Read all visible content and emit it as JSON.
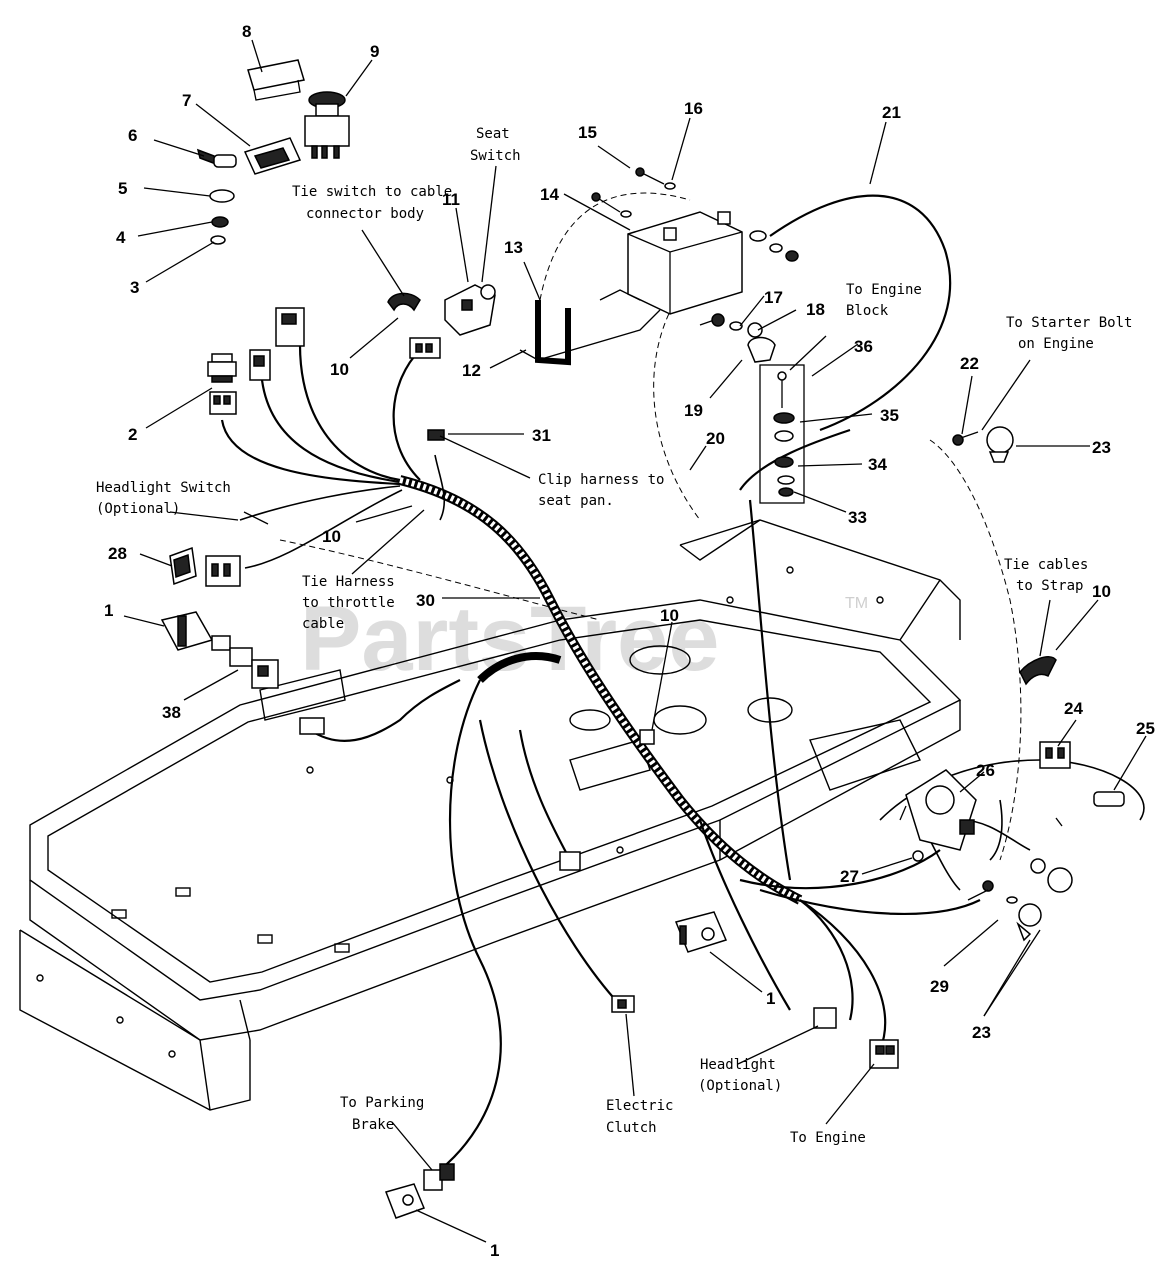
{
  "watermark": {
    "text": "PartsTree",
    "tm": "TM"
  },
  "callouts": [
    {
      "id": "c8",
      "label": "8"
    },
    {
      "id": "c9",
      "label": "9"
    },
    {
      "id": "c7",
      "label": "7"
    },
    {
      "id": "c6",
      "label": "6"
    },
    {
      "id": "c5",
      "label": "5"
    },
    {
      "id": "c4",
      "label": "4"
    },
    {
      "id": "c3",
      "label": "3"
    },
    {
      "id": "c11",
      "label": "11"
    },
    {
      "id": "c13",
      "label": "13"
    },
    {
      "id": "c12",
      "label": "12"
    },
    {
      "id": "c10a",
      "label": "10"
    },
    {
      "id": "c2",
      "label": "2"
    },
    {
      "id": "c15",
      "label": "15"
    },
    {
      "id": "c16",
      "label": "16"
    },
    {
      "id": "c14",
      "label": "14"
    },
    {
      "id": "c17",
      "label": "17"
    },
    {
      "id": "c18",
      "label": "18"
    },
    {
      "id": "c19",
      "label": "19"
    },
    {
      "id": "c21",
      "label": "21"
    },
    {
      "id": "c36",
      "label": "36"
    },
    {
      "id": "c35",
      "label": "35"
    },
    {
      "id": "c34",
      "label": "34"
    },
    {
      "id": "c33",
      "label": "33"
    },
    {
      "id": "c20",
      "label": "20"
    },
    {
      "id": "c31",
      "label": "31"
    },
    {
      "id": "c22",
      "label": "22"
    },
    {
      "id": "c23a",
      "label": "23"
    },
    {
      "id": "c10b",
      "label": "10"
    },
    {
      "id": "c28",
      "label": "28"
    },
    {
      "id": "c1a",
      "label": "1"
    },
    {
      "id": "c38",
      "label": "38"
    },
    {
      "id": "c30",
      "label": "30"
    },
    {
      "id": "c10c",
      "label": "10"
    },
    {
      "id": "c10d",
      "label": "10"
    },
    {
      "id": "c24",
      "label": "24"
    },
    {
      "id": "c25",
      "label": "25"
    },
    {
      "id": "c26",
      "label": "26"
    },
    {
      "id": "c27",
      "label": "27"
    },
    {
      "id": "c29",
      "label": "29"
    },
    {
      "id": "c23b",
      "label": "23"
    },
    {
      "id": "c1b",
      "label": "1"
    },
    {
      "id": "c1c",
      "label": "1"
    }
  ],
  "notes": {
    "seat_switch": [
      "Seat",
      "Switch"
    ],
    "tie_switch": [
      "Tie switch to cable",
      "connector body"
    ],
    "engine_block": [
      "To Engine",
      "Block"
    ],
    "starter_bolt": [
      "To Starter Bolt",
      "on Engine"
    ],
    "clip_harness": [
      "Clip harness to",
      "seat pan."
    ],
    "headlight_switch": [
      "Headlight Switch",
      "(Optional)"
    ],
    "tie_harness": [
      "Tie Harness",
      "to throttle",
      "cable"
    ],
    "tie_cables": [
      "Tie cables",
      "to Strap"
    ],
    "parking_brake": [
      "To Parking",
      "Brake"
    ],
    "electric_clutch": [
      "Electric",
      "Clutch"
    ],
    "headlight": [
      "Headlight",
      "(Optional)"
    ],
    "to_engine": [
      "To Engine"
    ]
  }
}
